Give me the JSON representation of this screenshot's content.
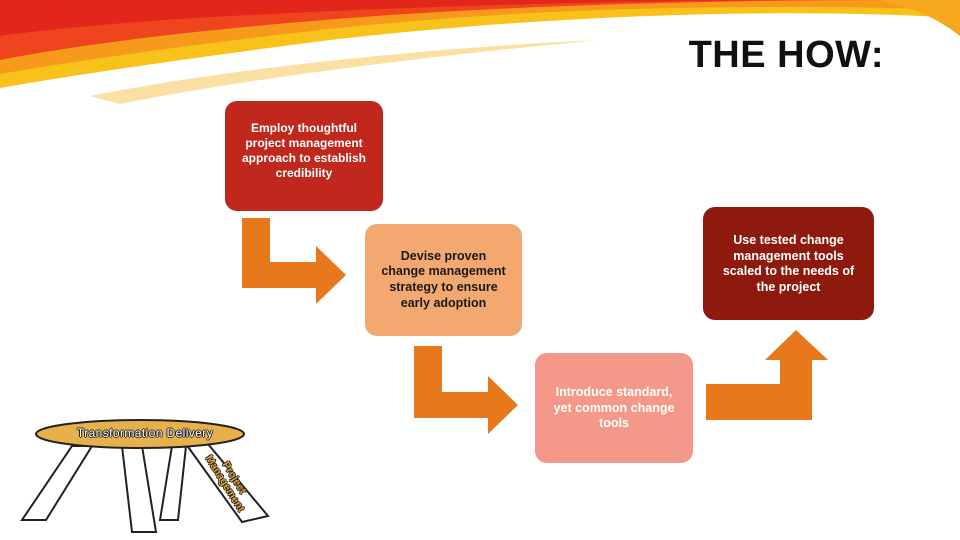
{
  "slide": {
    "title": "THE HOW:"
  },
  "steps": [
    {
      "text": "Employ thoughtful\nproject management\napproach to establish\ncredibility",
      "color": "#c0281d"
    },
    {
      "text": "Devise proven\nchange management\nstrategy to ensure\nearly adoption",
      "color": "#f2a86e"
    },
    {
      "text": "Introduce standard,\nyet common change\ntools",
      "color": "#f4988a"
    },
    {
      "text": "Use tested change\nmanagement tools\nscaled to the needs of\nthe project",
      "color": "#8e1a0e"
    }
  ],
  "illustration": {
    "table_label": "Transformation Delivery",
    "leg_label": "Project\nManagement",
    "table_color": "#e8b04a"
  },
  "colors": {
    "arrow": "#e8781c",
    "flame_primary": "#f0441e",
    "flame_secondary": "#f9a21b"
  },
  "icons": {
    "arrow_shape": "bent-arrow-icon",
    "table_shape": "table-icon"
  }
}
